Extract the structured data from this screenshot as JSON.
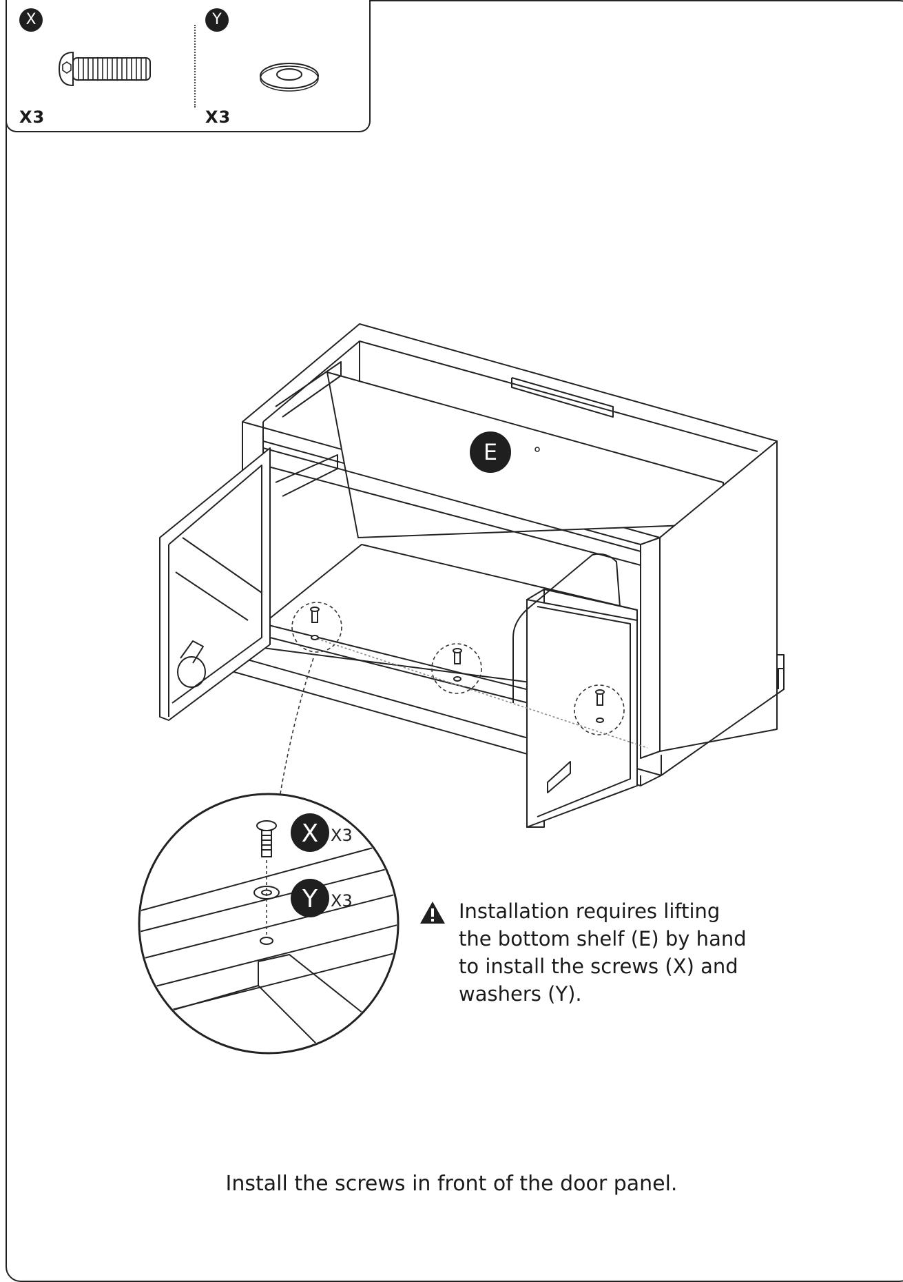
{
  "parts": {
    "x": {
      "badge": "X",
      "qty": "X3"
    },
    "y": {
      "badge": "Y",
      "qty": "X3"
    }
  },
  "diagram": {
    "panel_label": "E",
    "detail_x_badge": "X",
    "detail_x_qty": "X3",
    "detail_y_badge": "Y",
    "detail_y_qty": "X3"
  },
  "warning": {
    "icon": "warning-triangle-icon",
    "text": "Installation requires lifting the bottom shelf (E) by hand to install the screws (X) and washers (Y)."
  },
  "caption": "Install the screws in front of the door panel.",
  "colors": {
    "line": "#222222",
    "badge_fill": "#1f1f1f",
    "badge_text": "#ffffff"
  }
}
